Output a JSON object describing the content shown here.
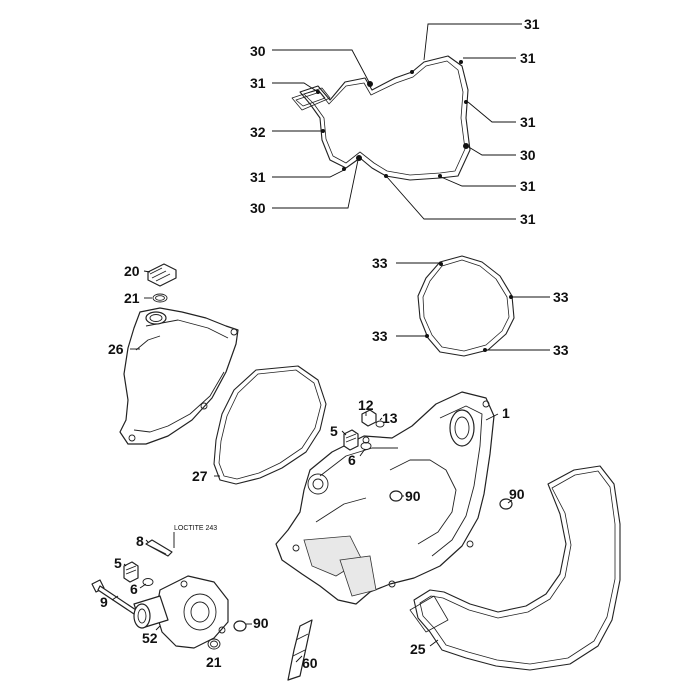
{
  "labels": {
    "l_31_a": "31",
    "l_30_a": "30",
    "l_31_b": "31",
    "l_31_c": "31",
    "l_32": "32",
    "l_31_d": "31",
    "l_30_b": "30",
    "l_31_e": "31",
    "l_31_f": "31",
    "l_30_c": "30",
    "l_31_g": "31",
    "l_20": "20",
    "l_21_a": "21",
    "l_26": "26",
    "l_27": "27",
    "l_33_a": "33",
    "l_33_b": "33",
    "l_33_c": "33",
    "l_33_d": "33",
    "l_12": "12",
    "l_13": "13",
    "l_1": "1",
    "l_5_a": "5",
    "l_6_a": "6",
    "l_90_a": "90",
    "l_90_b": "90",
    "l_90_c": "90",
    "l_8": "8",
    "l_5_b": "5",
    "l_6_b": "6",
    "l_9": "9",
    "l_52": "52",
    "l_21_b": "21",
    "l_60": "60",
    "l_25": "25"
  },
  "notes": {
    "loctite": "LOCTITE 243"
  }
}
